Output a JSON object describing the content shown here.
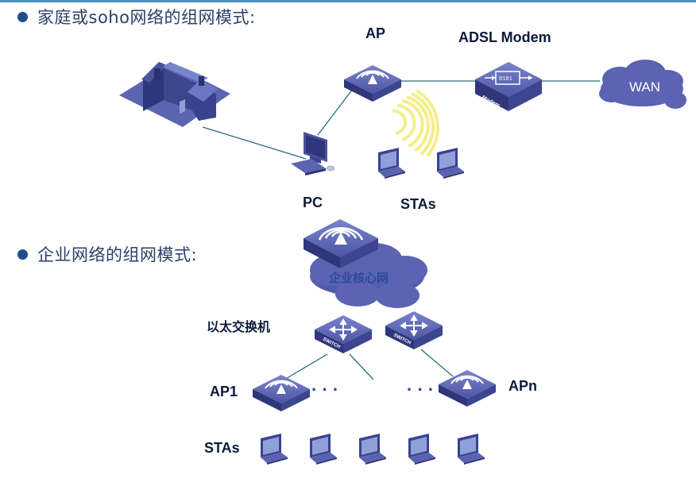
{
  "home_section": {
    "heading": "家庭或soho网络的组网模式:"
  },
  "enterprise_section": {
    "heading": "企业网络的组网模式:"
  },
  "labels": {
    "ap": "AP",
    "modem": "ADSL Modem",
    "wan": "WAN",
    "pc": "PC",
    "stas_home": "STAs",
    "core": "企业核心网",
    "switch_group": "以太交换机",
    "ap1": "AP1",
    "apn": "APn",
    "stas_ent": "STAs",
    "switch_text": "SWITCH",
    "modem_text": "Modem",
    "ellipsis": "· · ·"
  },
  "colors": {
    "device_top": "#5f6ab8",
    "device_side": "#2e3578",
    "cloud": "#5c63b3",
    "signal": "#f5ee8a",
    "heading": "#2a3f66",
    "line": "#2a6f7d"
  }
}
